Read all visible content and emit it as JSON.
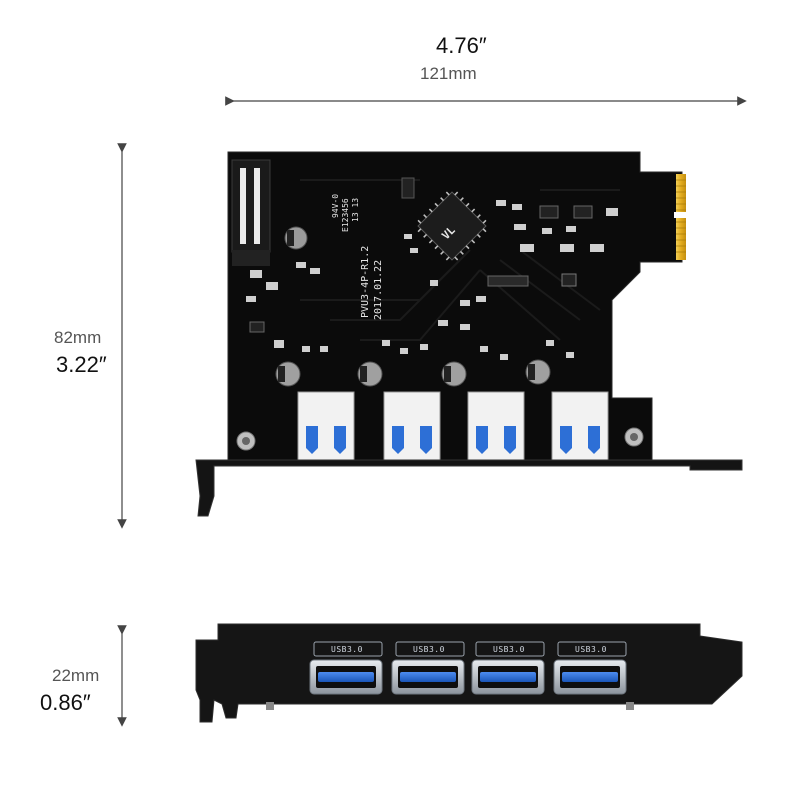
{
  "dimensions": {
    "width_in": "4.76″",
    "width_mm": "121mm",
    "height_mm": "82mm",
    "height_in": "3.22″",
    "depth_mm": "22mm",
    "depth_in": "0.86″"
  },
  "board": {
    "model_text": "PVU3-4P-R1.2",
    "date_text": "2017.01.22",
    "chip_text": "VL ?",
    "cert_text_1": "94V-0",
    "cert_text_2": "E123456",
    "cert_text_3": "13 13"
  },
  "bracket": {
    "port_label": "USB3.0",
    "port_count": 4
  },
  "colors": {
    "pcb": "#0b0b0b",
    "gold_finger": "#e8b923",
    "usb_blue": "#2d6fd6",
    "bracket": "#151515",
    "port_frame": "#9aa3ad"
  }
}
